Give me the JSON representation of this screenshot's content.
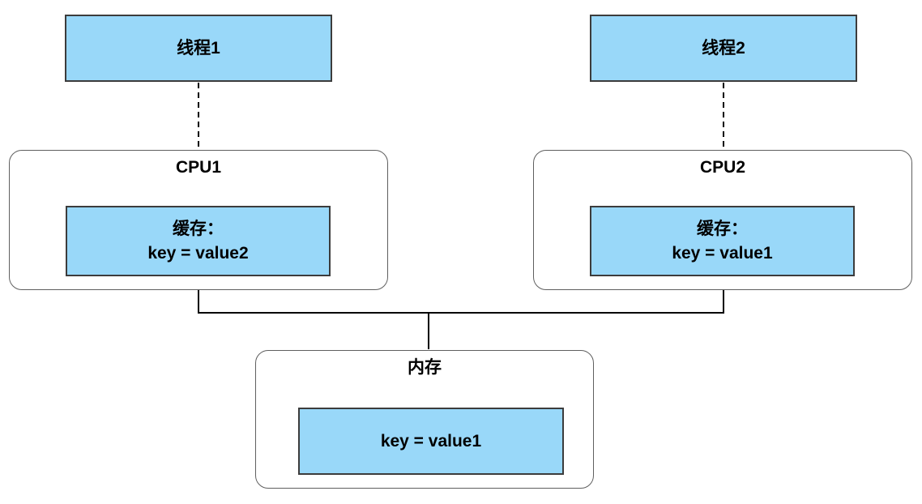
{
  "diagram": {
    "thread1": {
      "label": "线程1"
    },
    "thread2": {
      "label": "线程2"
    },
    "cpu1": {
      "title": "CPU1",
      "cache": {
        "line1": "缓存：",
        "line2": "key = value2"
      }
    },
    "cpu2": {
      "title": "CPU2",
      "cache": {
        "line1": "缓存：",
        "line2": "key = value1"
      }
    },
    "memory": {
      "title": "内存",
      "value": "key = value1"
    },
    "colors": {
      "node_fill": "#99D8F9",
      "node_border": "#3C3C3C",
      "container_border": "#5F5F5F",
      "line": "#000000"
    }
  }
}
